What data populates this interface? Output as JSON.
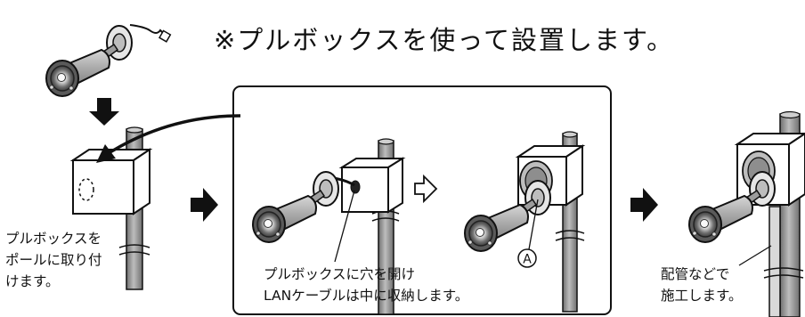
{
  "title": "※プルボックスを使って設置します。",
  "step1": {
    "caption_lines": [
      "プルボックスを",
      "ポールに取り付",
      "けます。"
    ]
  },
  "step2": {
    "caption_lines": [
      "プルボックスに穴を開け",
      "LANケーブルは中に収納します。"
    ],
    "marker": "A"
  },
  "step3": {
    "caption_lines": [
      "配管などで",
      "施工します。"
    ]
  },
  "colors": {
    "ink": "#111111",
    "pole": "#8a8a8a",
    "pole_dark": "#5f5f5f",
    "camera_gray": "#b4b4b4",
    "camera_dark": "#444444",
    "box_fill": "#ffffff"
  },
  "icons": [
    "down-arrow-icon",
    "curved-arrow-icon",
    "right-arrow-icon",
    "hollow-arrow-icon",
    "camera-icon"
  ]
}
